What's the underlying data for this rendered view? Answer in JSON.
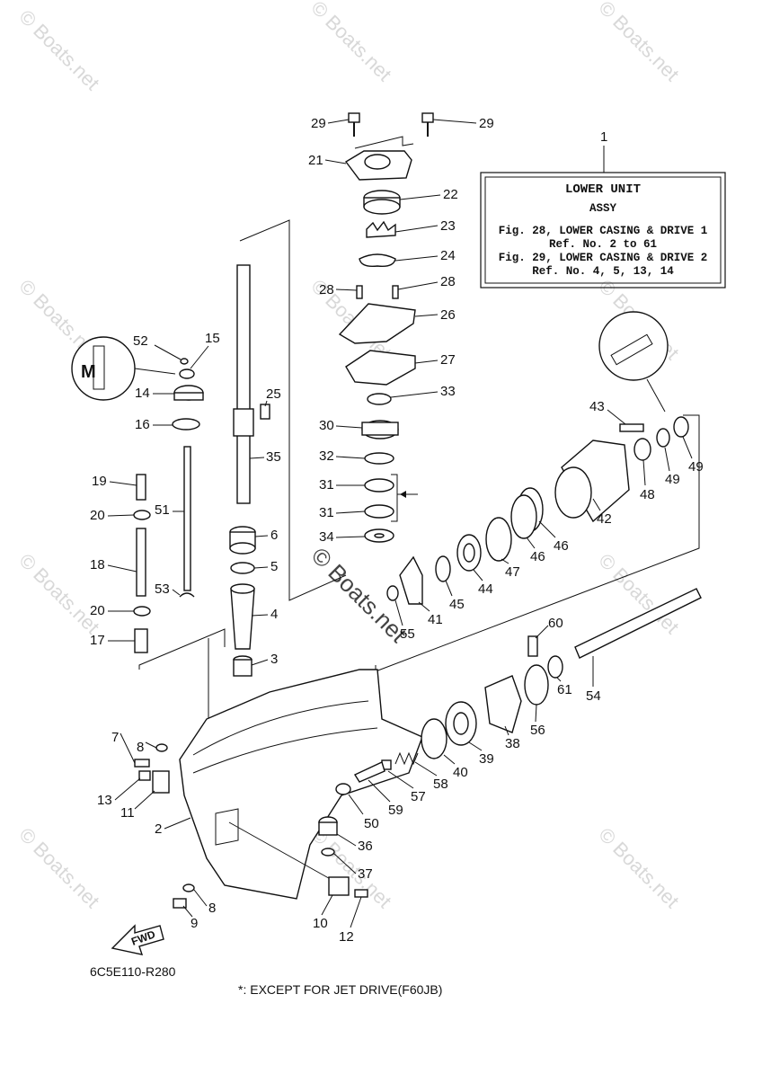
{
  "watermark": {
    "text": "© Boats.net",
    "center_text": "© Boats.net"
  },
  "info_box": {
    "ref": "1",
    "title": "LOWER UNIT",
    "subtitle": "ASSY",
    "line1": "Fig. 28, LOWER CASING & DRIVE 1",
    "line2": "Ref. No. 2 to 61",
    "line3": "Fig. 29, LOWER CASING & DRIVE 2",
    "line4": "Ref. No. 4, 5, 13, 14"
  },
  "diagram_code": "6C5E110-R280",
  "footnote": "*: EXCEPT FOR JET DRIVE(F60JB)",
  "fwd_label": "FWD",
  "callouts": {
    "c29a": "29",
    "c29b": "29",
    "c21": "21",
    "c22": "22",
    "c23": "23",
    "c24": "24",
    "c28a": "28",
    "c28b": "28",
    "c26": "26",
    "c27": "27",
    "c33": "33",
    "c30": "30",
    "c32": "32",
    "c31a": "31",
    "c31b": "31",
    "c34": "34",
    "c52": "52",
    "c15": "15",
    "c14": "14",
    "c16": "16",
    "c25": "25",
    "c35": "35",
    "c19": "19",
    "c51": "51",
    "c20a": "20",
    "c20b": "20",
    "c18": "18",
    "c53": "53",
    "c17": "17",
    "c6": "6",
    "c5": "5",
    "c4": "4",
    "c3": "3",
    "c43": "43",
    "c49a": "49",
    "c49b": "49",
    "c48": "48",
    "c42": "42",
    "c46a": "46",
    "c46b": "46",
    "c47": "47",
    "c44": "44",
    "c45": "45",
    "c41": "41",
    "c55": "55",
    "c60": "60",
    "c54": "54",
    "c61": "61",
    "c56": "56",
    "c38": "38",
    "c39": "39",
    "c40": "40",
    "c58": "58",
    "c57": "57",
    "c59": "59",
    "c50": "50",
    "c7": "7",
    "c8a": "8",
    "c13": "13",
    "c11": "11",
    "c2": "2",
    "c36": "36",
    "c37": "37",
    "c8b": "8",
    "c9": "9",
    "c10": "10",
    "c12": "12"
  }
}
